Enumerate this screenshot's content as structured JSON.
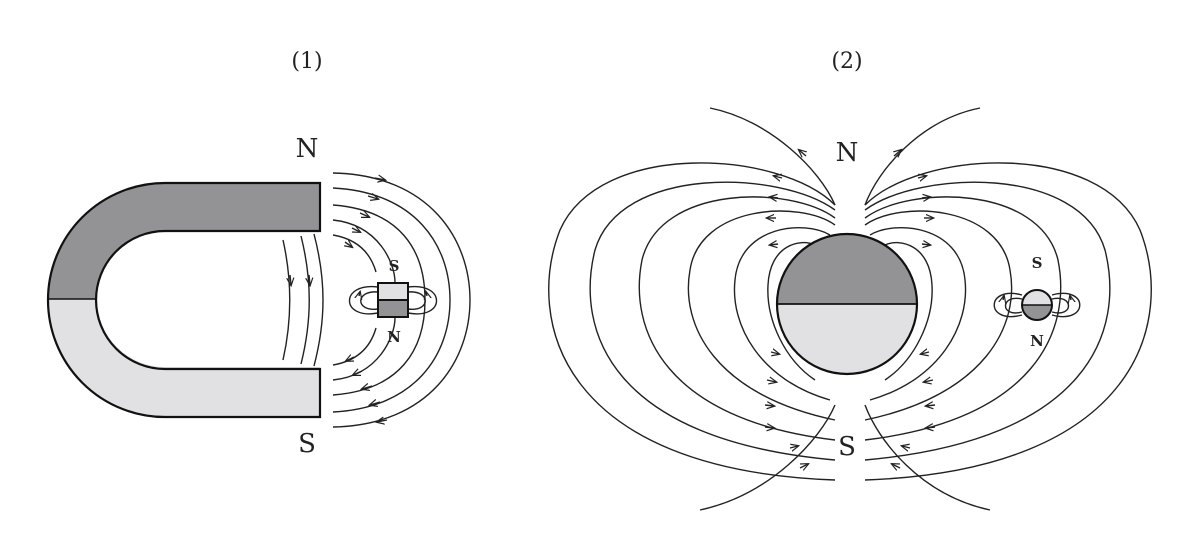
{
  "panel1": {
    "caption": "(1)",
    "magnet_north": "N",
    "magnet_south": "S",
    "needle_top": "S",
    "needle_bottom": "N"
  },
  "panel2": {
    "caption": "(2)",
    "magnet_north": "N",
    "magnet_south": "S",
    "needle_top": "S",
    "needle_bottom": "N"
  },
  "colors": {
    "dark": "#939395",
    "light": "#e1e1e3",
    "stroke": "#222222"
  }
}
